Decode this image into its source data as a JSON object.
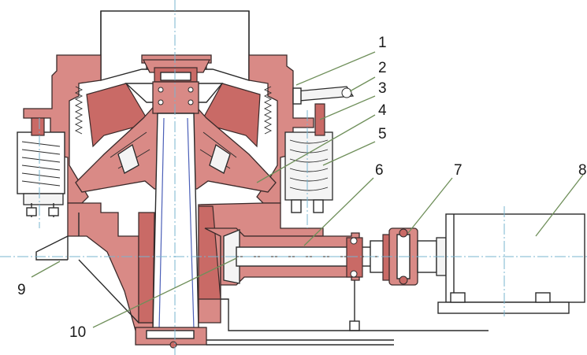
{
  "callouts": [
    {
      "id": "1",
      "label": "1"
    },
    {
      "id": "2",
      "label": "2"
    },
    {
      "id": "3",
      "label": "3"
    },
    {
      "id": "4",
      "label": "4"
    },
    {
      "id": "5",
      "label": "5"
    },
    {
      "id": "6",
      "label": "6"
    },
    {
      "id": "7",
      "label": "7"
    },
    {
      "id": "8",
      "label": "8"
    },
    {
      "id": "9",
      "label": "9"
    },
    {
      "id": "10",
      "label": "10"
    }
  ],
  "colors": {
    "machine_body": "#d98a86",
    "machine_body_dark": "#c96a66",
    "outline": "#2a2a2a",
    "centerline": "#79b4cf",
    "leader_line": "#6f8f5a"
  }
}
